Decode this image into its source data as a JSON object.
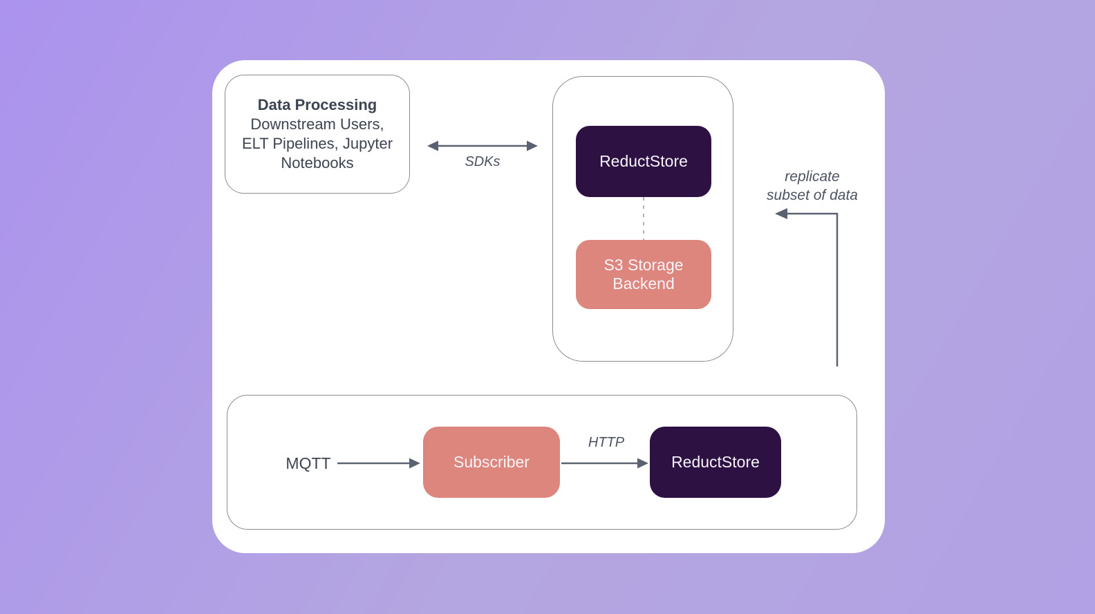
{
  "colors": {
    "background_start": "#ab93ee",
    "background_mid": "#b4a6e0",
    "background_end": "#b2a1e5",
    "card_bg": "#ffffff",
    "group_border": "#878c94",
    "node_dark": "#2d1143",
    "node_salmon": "#dd867d",
    "node_text": "#f6f3f9",
    "arrow": "#5a6170",
    "dashed_connector": "#b3b3b6",
    "text_primary": "#3d4451",
    "text_annotation": "#4b5260"
  },
  "data_processing": {
    "title": "Data Processing",
    "description": "Downstream Users,\nELT Pipelines, Jupyter\nNotebooks"
  },
  "sdk_link": {
    "label": "SDKs"
  },
  "storage_stack": {
    "server": "ReductStore",
    "backend": "S3 Storage\nBackend"
  },
  "replication": {
    "label": "replicate\nsubset of data"
  },
  "ingest_pipeline": {
    "source": "MQTT",
    "subscriber": "Subscriber",
    "protocol": "HTTP",
    "server": "ReductStore"
  }
}
